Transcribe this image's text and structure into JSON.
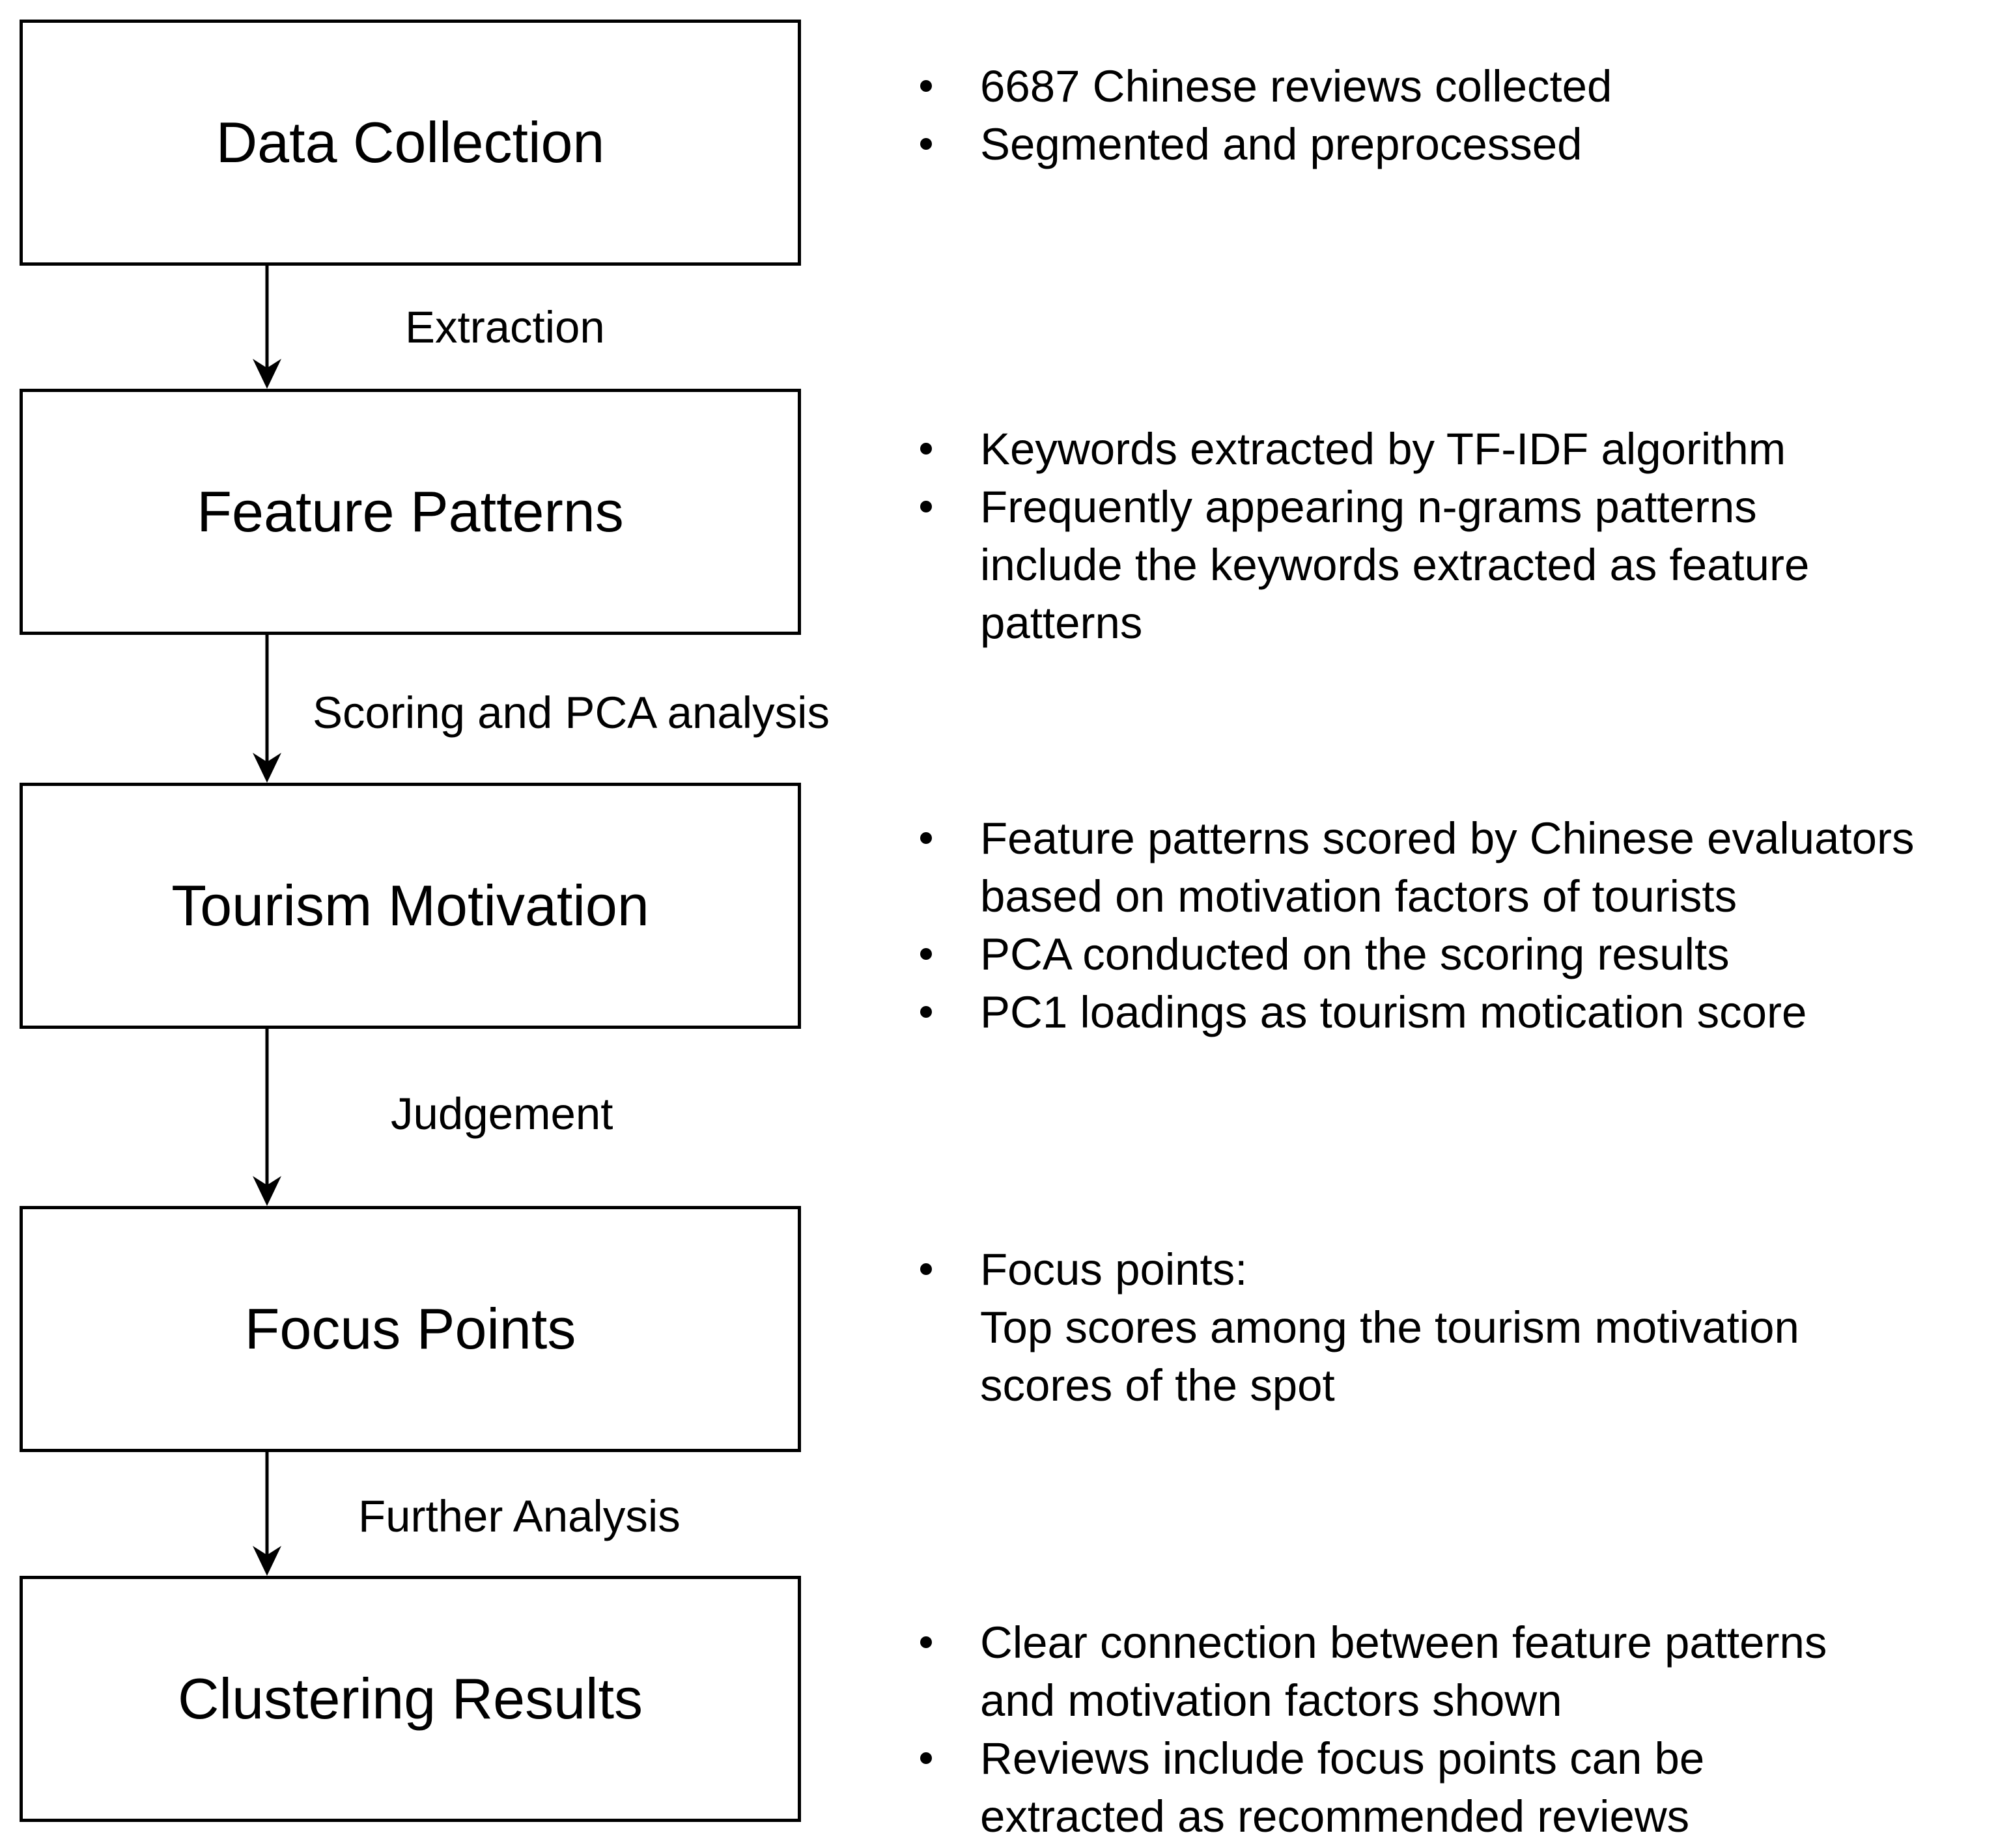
{
  "stages": [
    {
      "title": "Data Collection",
      "bullets": [
        [
          "6687 Chinese reviews collected"
        ],
        [
          "Segmented and preprocessed"
        ]
      ]
    },
    {
      "title": "Feature Patterns",
      "bullets": [
        [
          "Keywords extracted by TF-IDF algorithm"
        ],
        [
          "Frequently appearing n-grams patterns",
          "include the keywords extracted as feature",
          "patterns"
        ]
      ]
    },
    {
      "title": "Tourism Motivation",
      "bullets": [
        [
          "Feature patterns scored by Chinese evaluators",
          "based on motivation factors of tourists"
        ],
        [
          "PCA conducted on the scoring results"
        ],
        [
          "PC1 loadings as tourism motication score"
        ]
      ]
    },
    {
      "title": "Focus Points",
      "bullets": [
        [
          "Focus points:",
          "Top scores among the tourism motivation",
          "scores of the spot"
        ]
      ]
    },
    {
      "title": "Clustering Results",
      "bullets": [
        [
          "Clear connection between feature patterns",
          "and motivation factors shown"
        ],
        [
          "Reviews include focus points can be",
          "extracted as recommended reviews"
        ]
      ]
    }
  ],
  "transitions": [
    "Extraction",
    "Scoring and PCA analysis",
    "Judgement",
    "Further Analysis"
  ]
}
